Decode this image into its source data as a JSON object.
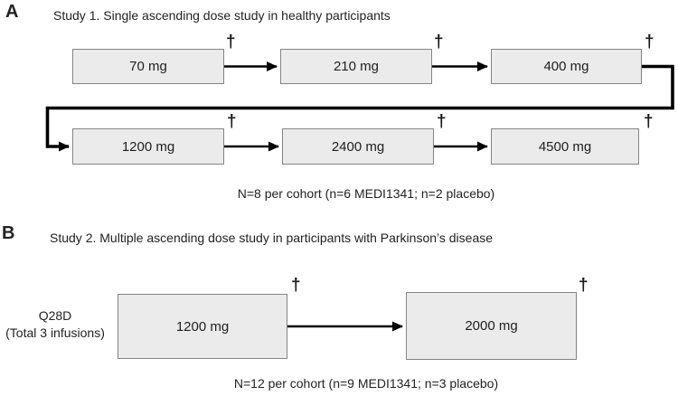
{
  "panelA": {
    "label": "A",
    "title": "Study 1. Single ascending dose study in healthy participants",
    "doses_row1": [
      "70 mg",
      "210 mg",
      "400 mg"
    ],
    "doses_row2": [
      "1200 mg",
      "2400 mg",
      "4500 mg"
    ],
    "caption": "N=8 per cohort (n=6 MEDI1341; n=2 placebo)"
  },
  "panelB": {
    "label": "B",
    "title": "Study 2. Multiple ascending dose study in participants with Parkinson’s disease",
    "schedule_line1": "Q28D",
    "schedule_line2": "(Total 3 infusions)",
    "doses": [
      "1200 mg",
      "2000 mg"
    ],
    "caption": "N=12 per cohort (n=9 MEDI1341; n=3 placebo)"
  },
  "symbols": {
    "dagger": "†"
  },
  "colors": {
    "box_fill": "#ebebeb",
    "box_border": "#848484",
    "arrow": "#000000",
    "text": "#1f1f1f"
  }
}
